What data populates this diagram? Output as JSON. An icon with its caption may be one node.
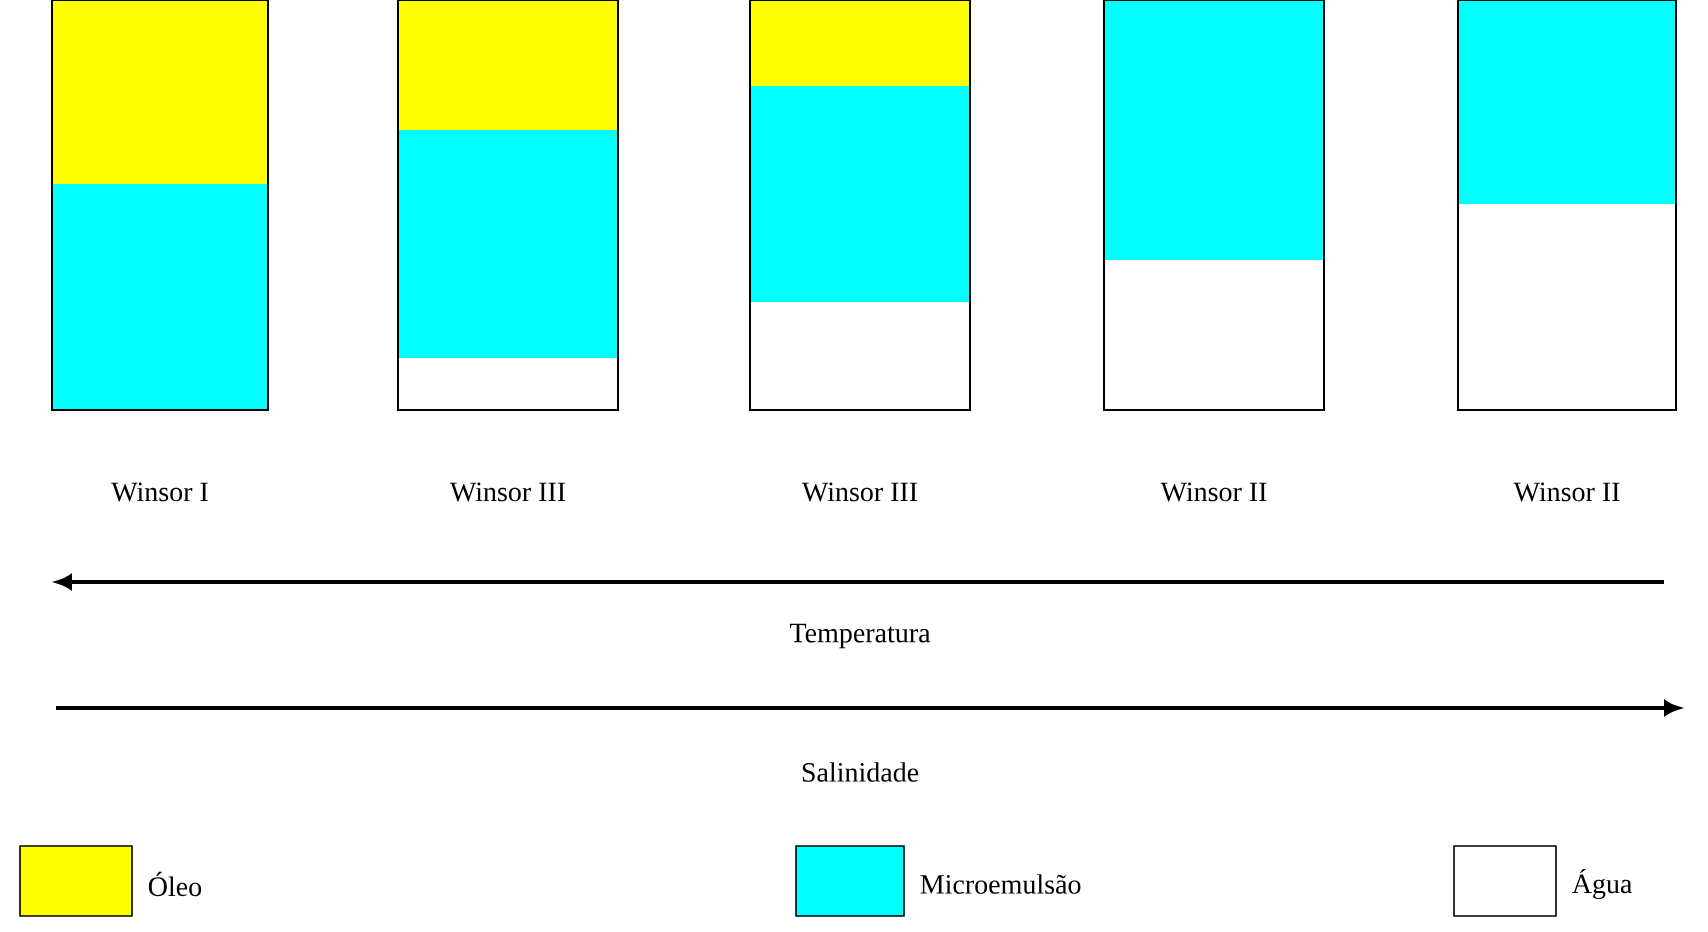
{
  "diagram": {
    "nodes": [
      {
        "text": [],
        "shape": "bar",
        "beside": [
          "Winsor I"
        ]
      },
      {
        "text": [],
        "shape": "bar",
        "beside": [
          "Winsor III"
        ]
      },
      {
        "text": [],
        "shape": "bar",
        "beside": [
          "Winsor III"
        ]
      },
      {
        "text": [],
        "shape": "bar",
        "beside": [
          "Winsor II"
        ]
      },
      {
        "text": [],
        "shape": "bar",
        "beside": [
          "Winsor II"
        ]
      }
    ],
    "labels": [
      "Temperatura",
      "Salinidade"
    ],
    "legend": [
      {
        "text": "Óleo",
        "color": "#ffff00"
      },
      {
        "text": "Microemulsão",
        "color": "#00ffff"
      },
      {
        "text": "Água"
      }
    ]
  }
}
